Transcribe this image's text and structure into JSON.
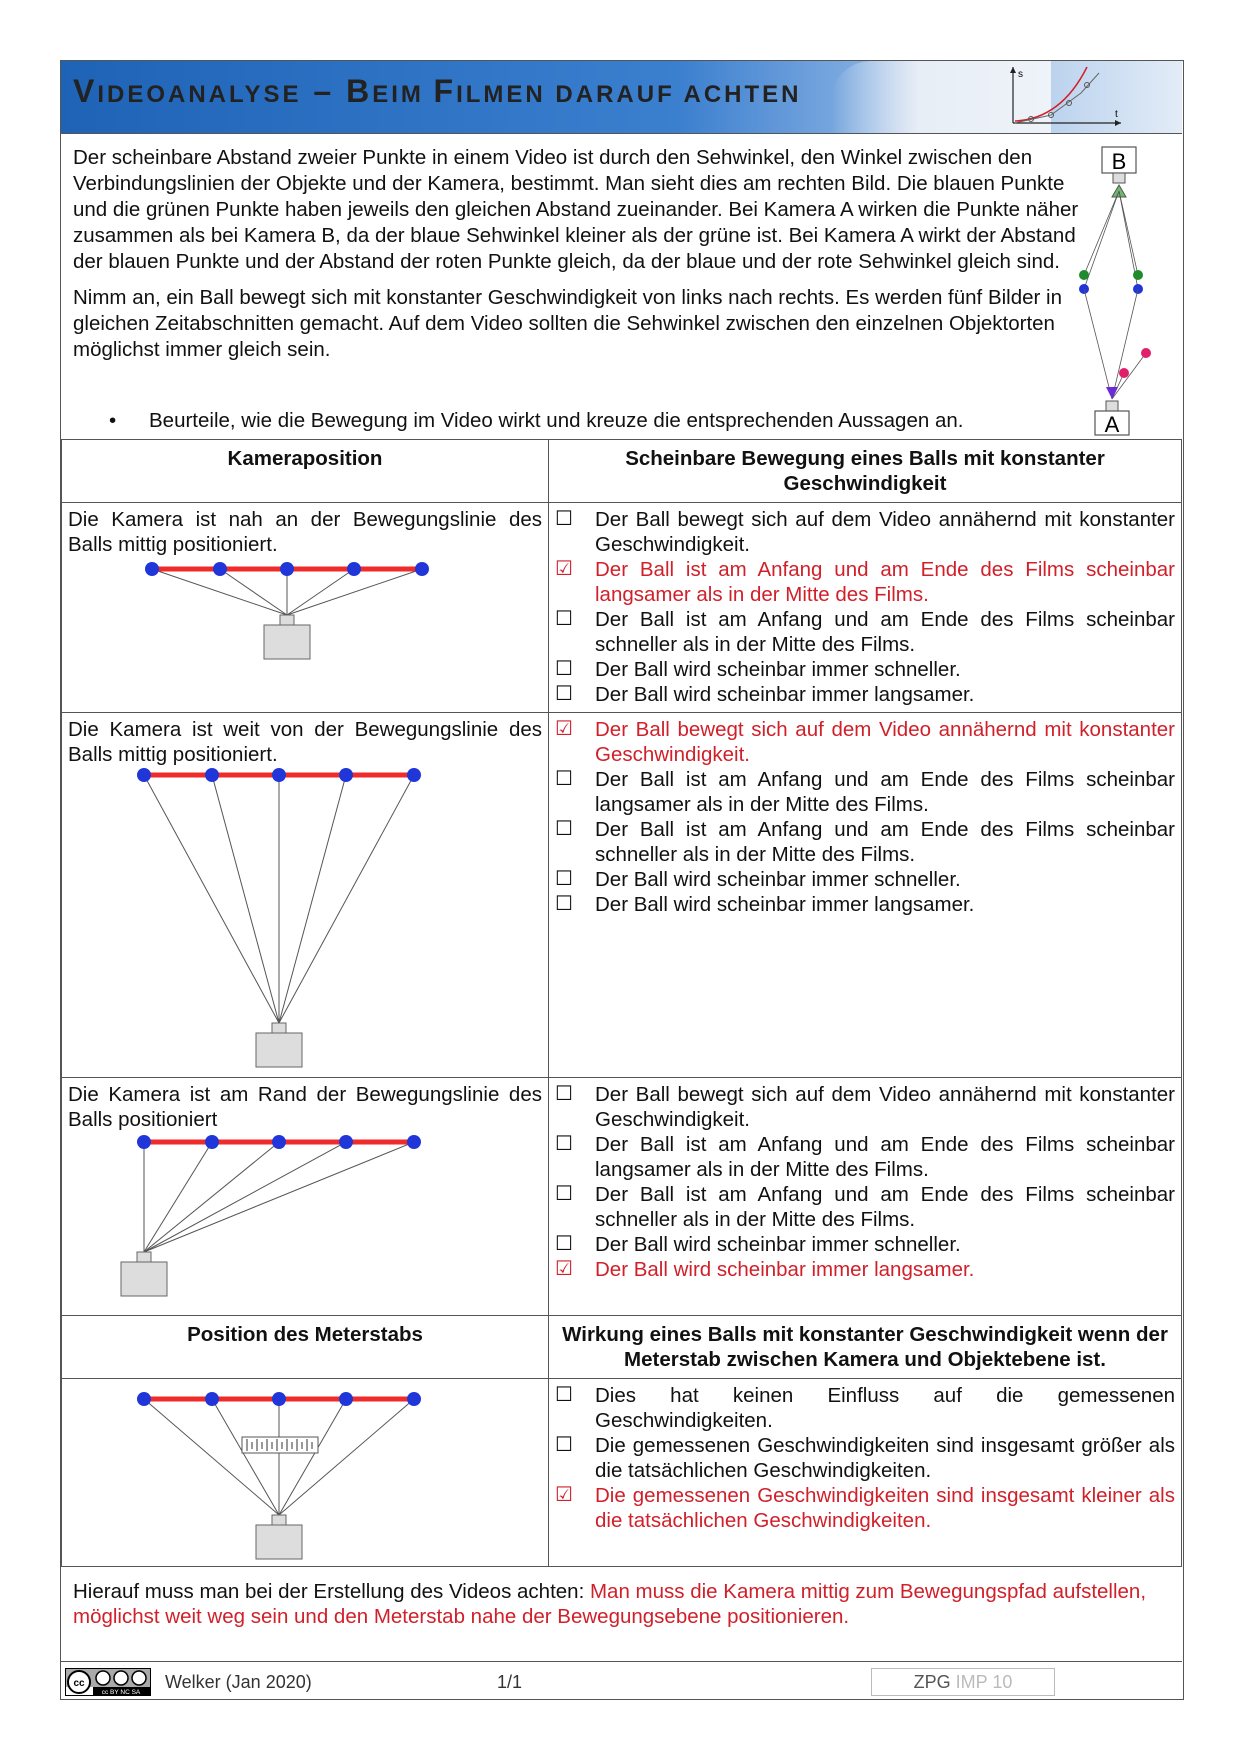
{
  "header": {
    "title_parts": [
      "V",
      "IDEOANALYSE",
      " – ",
      "B",
      "EIM ",
      "F",
      "ILMEN DARAUF ACHTEN"
    ],
    "logo_axis_s": "s",
    "logo_axis_t": "t"
  },
  "intro": {
    "p1": "Der scheinbare Abstand zweier Punkte in einem Video ist durch den Sehwinkel, den Winkel zwischen den Verbindungslinien der Objekte und der Kamera, bestimmt. Man sieht dies am rechten Bild. Die blauen Punkte und die grünen Punkte haben jeweils den gleichen Abstand zueinander. Bei Kamera A wirken die Punkte näher zusammen als bei Kamera B, da der blaue Sehwinkel kleiner als der grüne ist. Bei Kamera A wirkt der Abstand der blauen Punkte und der Abstand der roten Punkte gleich, da der blaue und der rote Sehwinkel gleich sind.",
    "p2": "Nimm an, ein Ball bewegt sich mit konstanter Geschwindigkeit von links nach rechts. Es werden fünf Bilder in gleichen Zeitabschnitten gemacht. Auf dem Video sollten die Sehwinkel zwischen den einzelnen Objektorten möglichst immer gleich sein.",
    "bullet_mark": "•",
    "bullet": "Beurteile, wie die Bewegung im Video wirkt und kreuze die entsprechenden Aussagen an.",
    "label_B": "B",
    "label_A": "A"
  },
  "table1": {
    "col1": "Kameraposition",
    "col2": "Scheinbare Bewegung eines Balls mit konstanter Geschwindigkeit",
    "rows": [
      {
        "left": "Die Kamera ist nah an der Bewegungslinie des Balls mittig positioniert.",
        "options": [
          {
            "mark": "☐",
            "text": "Der Ball bewegt sich auf dem Video annähernd mit konstanter Geschwindigkeit."
          },
          {
            "mark": "☑",
            "text": "Der Ball ist am Anfang und am Ende des Films scheinbar langsamer als in der Mitte des Films."
          },
          {
            "mark": "☐",
            "text": "Der Ball ist am Anfang und am Ende des Films scheinbar schneller als in der Mitte des Films."
          },
          {
            "mark": "☐",
            "text": "Der Ball wird scheinbar immer schneller."
          },
          {
            "mark": "☐",
            "text": "Der Ball wird scheinbar immer langsamer."
          }
        ]
      },
      {
        "left": "Die Kamera ist weit von der Bewegungslinie des Balls mittig positioniert.",
        "options": [
          {
            "mark": "☑",
            "text": "Der Ball bewegt sich auf dem Video annähernd mit konstanter Geschwindigkeit."
          },
          {
            "mark": "☐",
            "text": "Der Ball ist am Anfang und am Ende des Films scheinbar langsamer als in der Mitte des Films."
          },
          {
            "mark": "☐",
            "text": "Der Ball ist am Anfang und am Ende des Films scheinbar schneller als in der Mitte des Films."
          },
          {
            "mark": "☐",
            "text": "Der Ball wird scheinbar immer schneller."
          },
          {
            "mark": "☐",
            "text": "Der Ball wird scheinbar immer langsamer."
          }
        ]
      },
      {
        "left": "Die Kamera ist am Rand der Bewegungslinie des Balls positioniert",
        "options": [
          {
            "mark": "☐",
            "text": "Der Ball bewegt sich auf dem Video annähernd mit konstanter Geschwindigkeit."
          },
          {
            "mark": "☐",
            "text": "Der Ball ist am Anfang und am Ende des Films scheinbar langsamer als in der Mitte des Films."
          },
          {
            "mark": "☐",
            "text": "Der Ball ist am Anfang und am Ende des Films scheinbar schneller als in der Mitte des Films."
          },
          {
            "mark": "☐",
            "text": "Der Ball wird scheinbar immer schneller."
          },
          {
            "mark": "☑",
            "text": "Der Ball wird scheinbar immer langsamer."
          }
        ]
      }
    ]
  },
  "table2": {
    "col1": "Position des Meterstabs",
    "col2": "Wirkung eines Balls mit konstanter Geschwindigkeit wenn der Meterstab zwischen Kamera und Objektebene ist.",
    "options": [
      {
        "mark": "☐",
        "text": "Dies hat keinen Einfluss auf die gemessenen Geschwindigkeiten."
      },
      {
        "mark": "☐",
        "text": "Die gemessenen Geschwindigkeiten sind insgesamt größer als die tatsächlichen Geschwindigkeiten."
      },
      {
        "mark": "☑",
        "text": "Die gemessenen Geschwindigkeiten sind insgesamt kleiner als die tatsächlichen Geschwindigkeiten."
      }
    ]
  },
  "conclusion": {
    "prefix": "Hierauf muss man bei der Erstellung des Videos achten: ",
    "answer": "Man muss die Kamera mittig zum Bewegungspfad aufstellen, möglichst weit weg sein und den Meterstab nahe der Bewegungsebene positionieren."
  },
  "footer": {
    "license": "cc BY NC SA",
    "author": "Welker (Jan 2020)",
    "pages": "1/1",
    "zpg": "ZPG",
    "imp": "IMP 10"
  },
  "colors": {
    "blue_header": "#1f63b7",
    "answer_red": "#d0202a",
    "ball_blue": "#2036d8",
    "track_red": "#ef2b2b"
  }
}
